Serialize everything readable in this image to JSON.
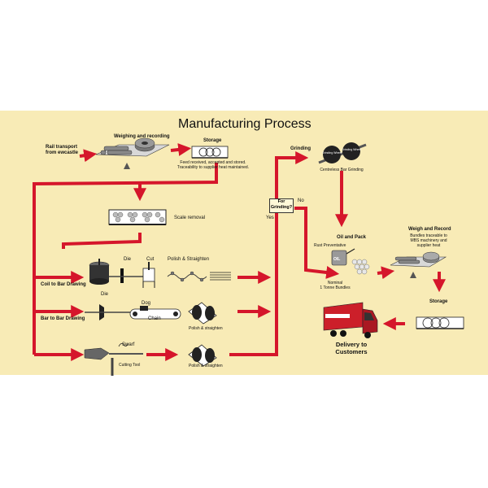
{
  "title": "Manufacturing Process",
  "labels": {
    "rail_transport": "Rail transport",
    "from_ewcastle": "from   ewcastle",
    "weighing_recording": "Weighing and recording",
    "storage_top": "Storage",
    "feed_received": "Feed received, accepted and stored.",
    "traceability": "Traceability to supplier heat maintained.",
    "scale_removal": "Scale removal",
    "die_1": "Die",
    "cut": "Cut",
    "polish_straighten_1": "Polish & Straighten",
    "coil_to_bar": "Coil to Bar Drawing",
    "die_2": "Die",
    "dog": "Dog",
    "chain": "Chain",
    "bar_to_bar": "Bar to Bar Drawing",
    "polish_straighten_2": "Polish & straighten",
    "swarf": "Swarf",
    "cutting_tool": "Cutting Tool",
    "polish_straighten_3": "Polish & straighten",
    "grinding": "Grinding",
    "for_grinding": "For Grinding?",
    "no": "No",
    "yes": "Yes",
    "grinding_wheel_1": "Grinding Wheel",
    "grinding_wheel_2": "Grinding Wheel",
    "centreless": "Centreless Bar Grinding",
    "oil_pack": "Oil and Pack",
    "rust_preventative": "Rust Preventative",
    "oil_can": "OIL",
    "nominal": "Nominal",
    "tonne_bundles": "1 Tonne Bundles",
    "weigh_record": "Weigh and Record",
    "bundles_traceable_1": "Bundles traceable to",
    "bundles_traceable_2": "MBS machinery and",
    "bundles_traceable_3": "supplier heat",
    "storage_right": "Storage",
    "delivery_1": "Delivery to",
    "delivery_2": "Customers"
  },
  "colors": {
    "background": "#f8ebb6",
    "arrow": "#d5162b",
    "truck": "#cc1f2a"
  }
}
